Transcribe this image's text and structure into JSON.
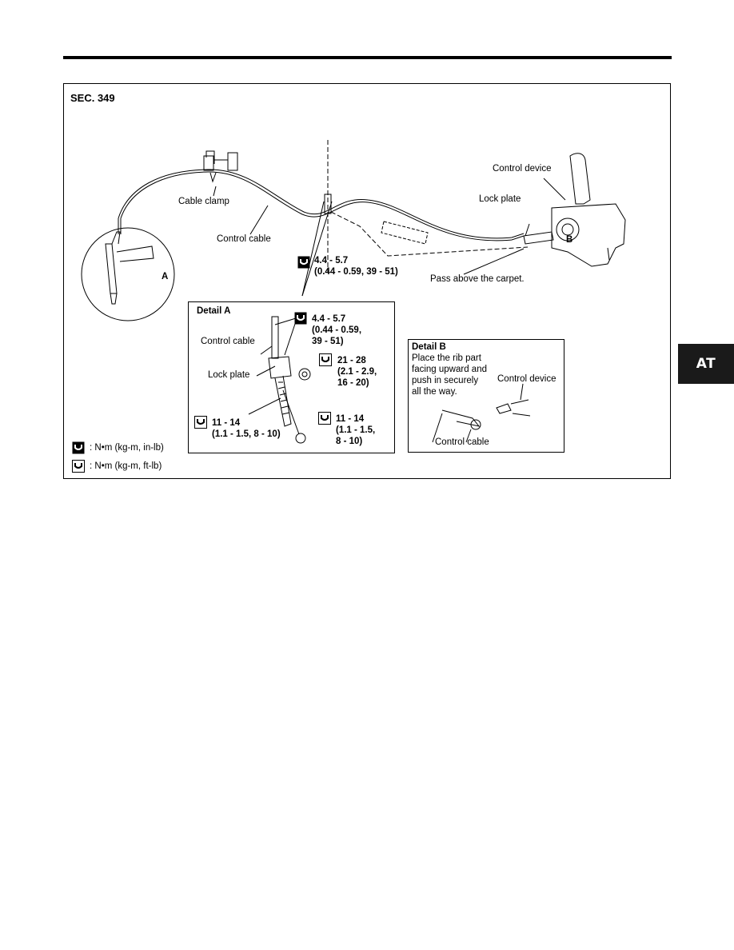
{
  "header": {
    "section_tab": "AT"
  },
  "figure": {
    "section_label": "SEC. 349",
    "main": {
      "cable_clamp": "Cable clamp",
      "control_cable": "Control cable",
      "lock_plate": "Lock plate",
      "control_device": "Control device",
      "pass_above": "Pass above the carpet.",
      "torque_main_line1": "4.4 - 5.7",
      "torque_main_line2": "(0.44 - 0.59, 39 - 51)",
      "marker_a": "A",
      "marker_b": "B"
    },
    "detail_a": {
      "title": "Detail A",
      "control_cable": "Control cable",
      "lock_plate": "Lock plate",
      "torque1": [
        "4.4 - 5.7",
        "(0.44 - 0.59,",
        "39 - 51)"
      ],
      "torque2": [
        "21 - 28",
        "(2.1 - 2.9,",
        "16 - 20)"
      ],
      "torque3": [
        "11 - 14",
        "(1.1 - 1.5, 8 - 10)"
      ],
      "torque4": [
        "11 - 14",
        "(1.1 - 1.5,",
        "8 - 10)"
      ]
    },
    "detail_b": {
      "title": "Detail B",
      "instructions": [
        "Place the rib part",
        "facing upward and",
        "push in securely",
        "all the way."
      ],
      "control_device": "Control device",
      "control_cable": "Control cable"
    },
    "legend": [
      {
        "icon": "torque-wrench-in-lb-icon",
        "text": ": N•m  (kg-m,  in-lb)"
      },
      {
        "icon": "torque-wrench-ft-lb-icon",
        "text": ": N•m  (kg-m,  ft-lb)"
      }
    ]
  }
}
